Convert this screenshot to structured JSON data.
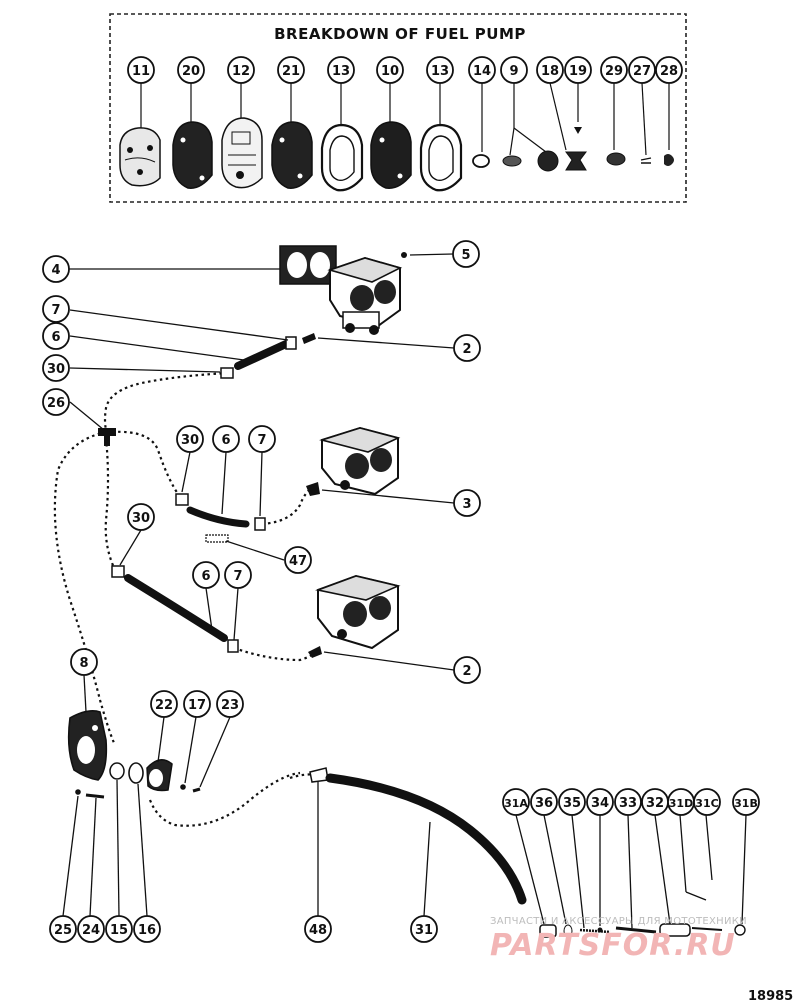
{
  "inset": {
    "title": "BREAKDOWN OF FUEL PUMP"
  },
  "callouts": {
    "inset_11": "11",
    "inset_20": "20",
    "inset_12": "12",
    "inset_21": "21",
    "inset_13a": "13",
    "inset_10": "10",
    "inset_13b": "13",
    "inset_14": "14",
    "inset_9": "9",
    "inset_18": "18",
    "inset_19": "19",
    "inset_29": "29",
    "inset_27": "27",
    "inset_28": "28",
    "c4": "4",
    "c5": "5",
    "c7a": "7",
    "c6a": "6",
    "c2a": "2",
    "c30a": "30",
    "c26": "26",
    "c30b": "30",
    "c6b": "6",
    "c7b": "7",
    "c3": "3",
    "c47": "47",
    "c30c": "30",
    "c6c": "6",
    "c7c": "7",
    "c2b": "2",
    "c8": "8",
    "c22": "22",
    "c17": "17",
    "c23": "23",
    "c31a": "31A",
    "c36": "36",
    "c35": "35",
    "c34": "34",
    "c33": "33",
    "c32": "32",
    "c31d": "31D",
    "c31c": "31C",
    "c31b": "31B",
    "c25": "25",
    "c24": "24",
    "c15": "15",
    "c16": "16",
    "c48": "48",
    "c31": "31"
  },
  "figure_number": "18985",
  "watermark": {
    "caption": "ЗАПЧАСТИ И АКСЕССУАРЫ ДЛЯ МОТОТЕХНИКИ",
    "brand": "PARTSFOR.RU"
  }
}
